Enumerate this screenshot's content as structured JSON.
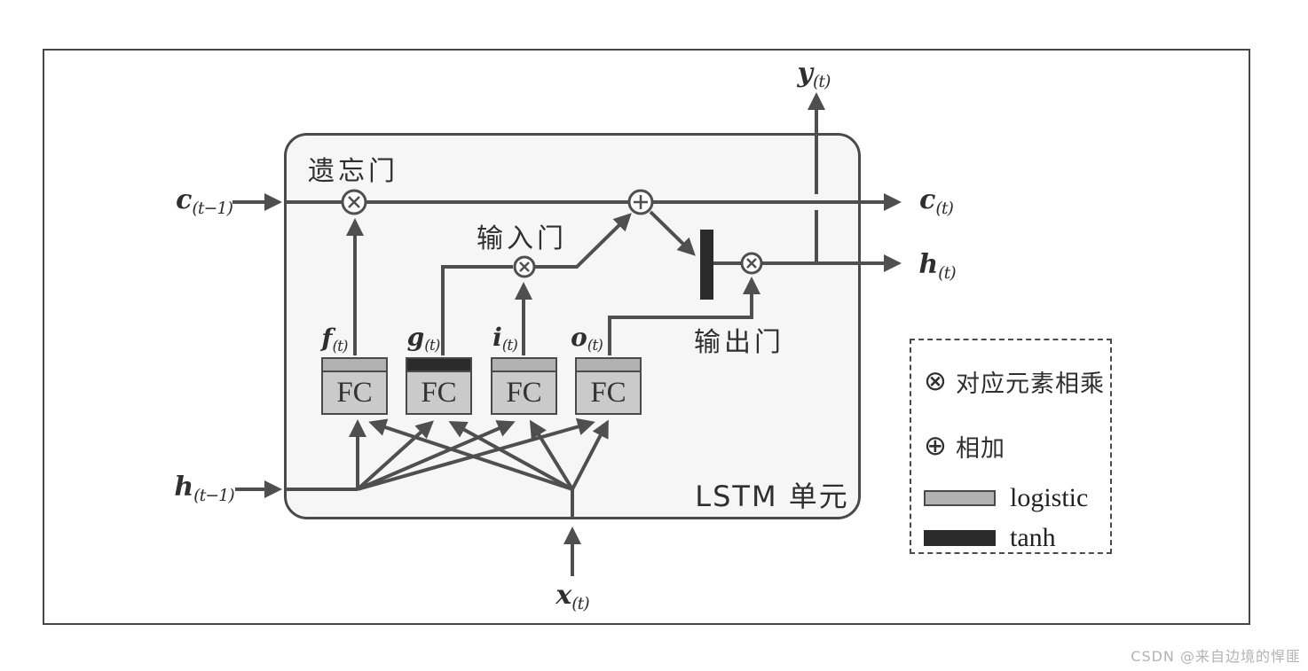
{
  "figure": {
    "watermark": "CSDN @来自边境的悍匪",
    "cell_label": "LSTM 单元",
    "gate_labels": {
      "forget": "遗忘门",
      "input": "输入门",
      "output": "输出门"
    },
    "io_labels": {
      "c_prev": {
        "base": "c",
        "sub": "(t−1)"
      },
      "h_prev": {
        "base": "h",
        "sub": "(t−1)"
      },
      "x_in": {
        "base": "x",
        "sub": "(t)"
      },
      "y_out": {
        "base": "y",
        "sub": "(t)"
      },
      "c_out": {
        "base": "c",
        "sub": "(t)"
      },
      "h_out": {
        "base": "h",
        "sub": "(t)"
      }
    },
    "fc_units": [
      {
        "gate": "forget",
        "label_base": "f",
        "label_sub": "(t)",
        "box_text": "FC",
        "activation": "logistic"
      },
      {
        "gate": "candidate",
        "label_base": "g",
        "label_sub": "(t)",
        "box_text": "FC",
        "activation": "tanh"
      },
      {
        "gate": "input",
        "label_base": "i",
        "label_sub": "(t)",
        "box_text": "FC",
        "activation": "logistic"
      },
      {
        "gate": "output",
        "label_base": "o",
        "label_sub": "(t)",
        "box_text": "FC",
        "activation": "logistic"
      }
    ]
  },
  "legend": {
    "multiply": {
      "symbol": "⊗",
      "label": "对应元素相乘"
    },
    "add": {
      "symbol": "⊕",
      "label": "相加"
    },
    "logistic": {
      "label": "logistic",
      "color": "#b2b2b2"
    },
    "tanh": {
      "label": "tanh",
      "color": "#2b2b2b"
    }
  },
  "colors": {
    "wire": "#4f4f4f",
    "cell_fill": "#f6f6f6",
    "fc_fill": "#cacaca",
    "watermark": "#b3b3b3"
  }
}
